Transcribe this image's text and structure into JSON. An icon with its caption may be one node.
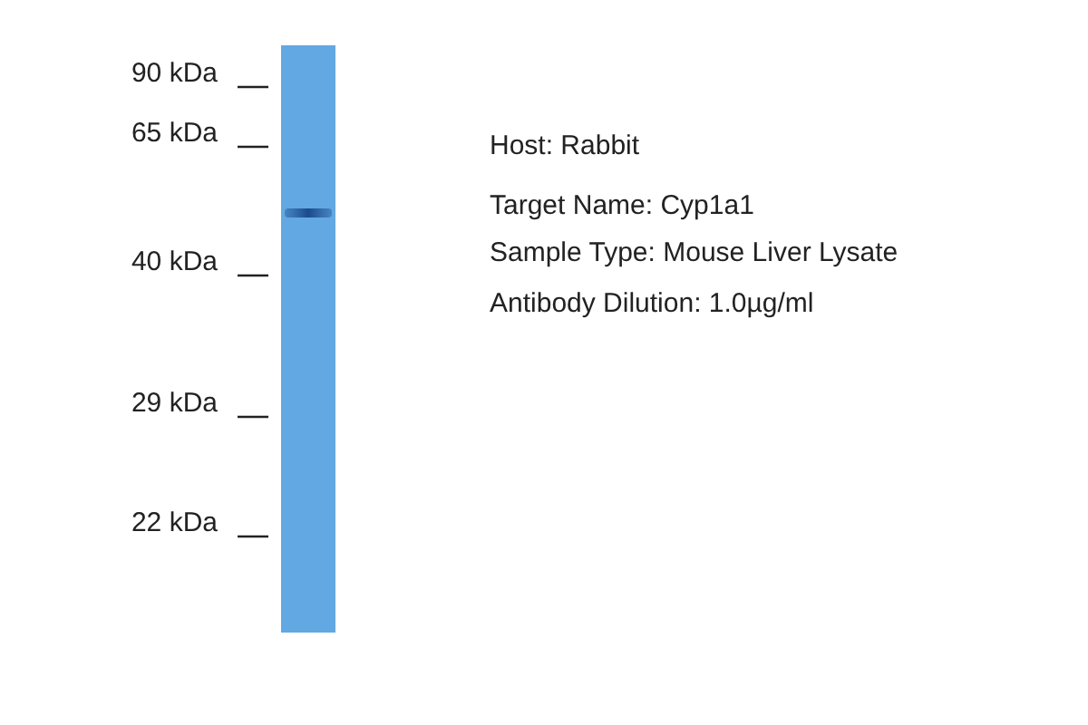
{
  "diagram": {
    "labels": [
      "90 kDa",
      "65 kDa",
      "40 kDa",
      "29 kDa",
      "22 kDa",
      "Host: Rabbit",
      "Target Name: Cyp1a1",
      "Sample Type: Mouse Liver Lysate",
      "Antibody Dilution: 1.0µg/ml"
    ]
  }
}
